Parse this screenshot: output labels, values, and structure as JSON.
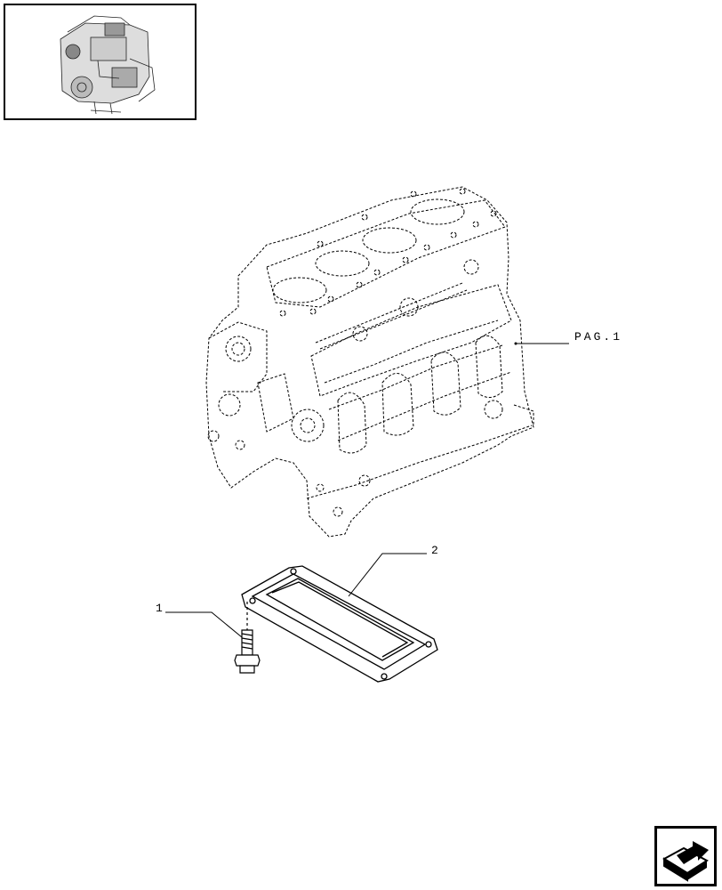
{
  "callouts": {
    "page_ref": "PAG.1",
    "part_1": "1",
    "part_2": "2"
  },
  "icons": {
    "thumbnail": "engine-thumbnail-icon",
    "navigation": "next-page-arrow-icon"
  }
}
